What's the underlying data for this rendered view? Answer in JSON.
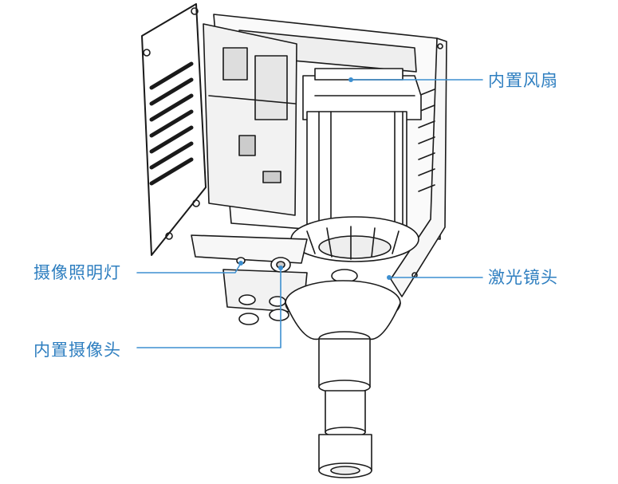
{
  "labels": {
    "fan": "内置风扇",
    "light": "摄像照明灯",
    "laser": "激光镜头",
    "camera": "内置摄像头"
  },
  "colors": {
    "label": "#2f7fc0",
    "leader": "#3d8fd0",
    "line_art": "#1a1a1a"
  }
}
